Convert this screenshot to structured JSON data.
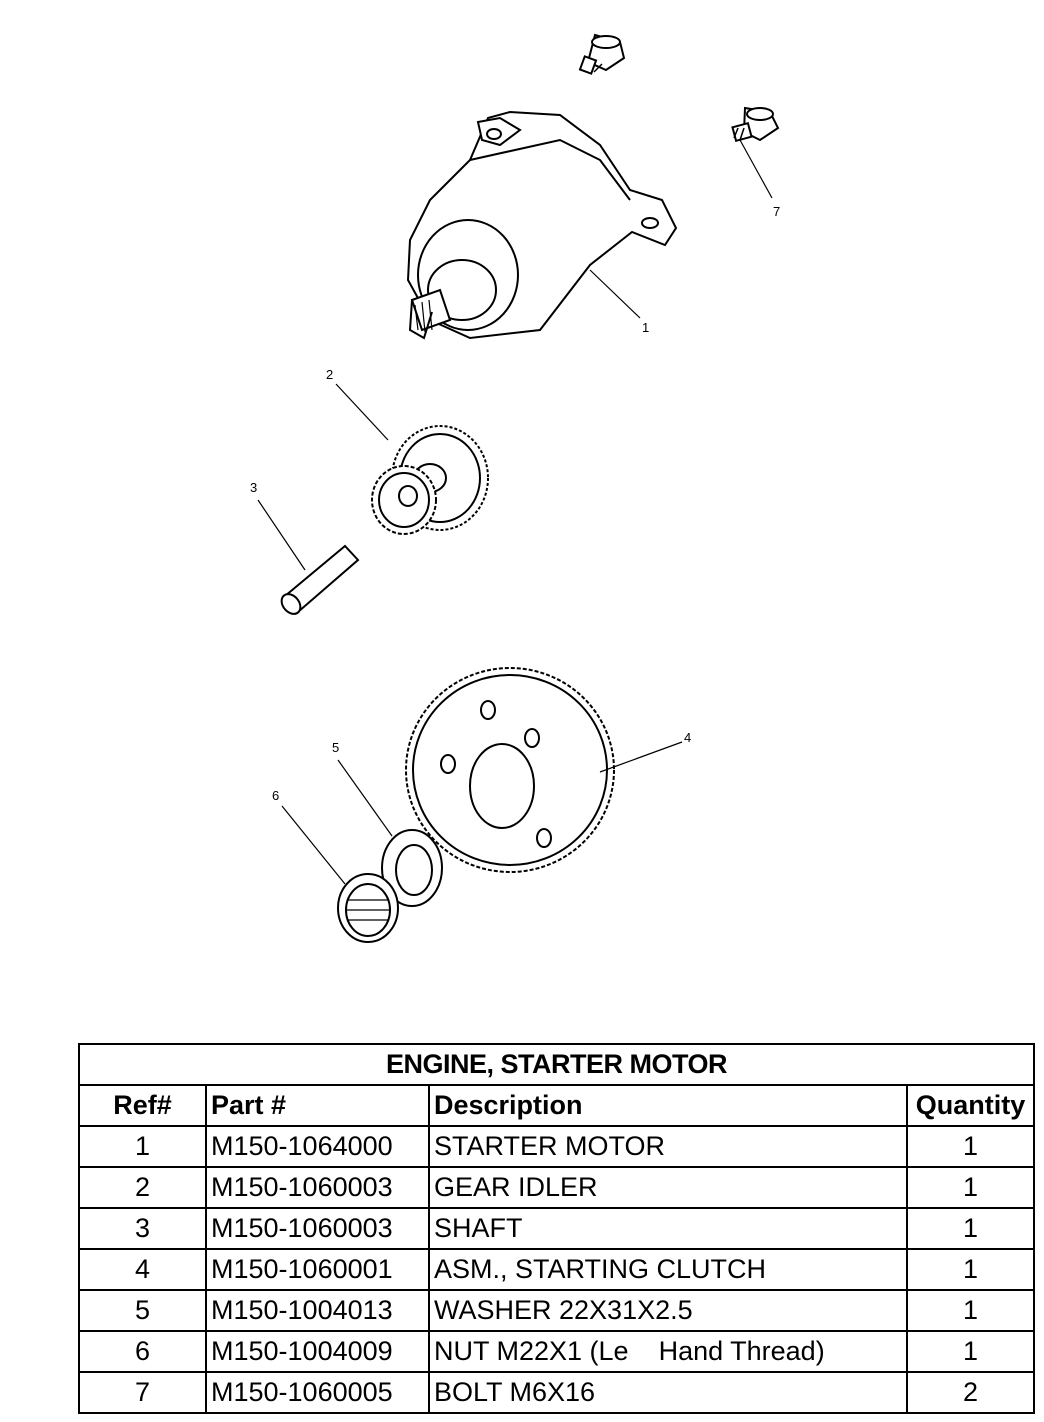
{
  "callouts": [
    "1",
    "2",
    "3",
    "4",
    "5",
    "6",
    "7"
  ],
  "table": {
    "title": "ENGINE, STARTER MOTOR",
    "headers": {
      "ref": "Ref#",
      "part": "Part #",
      "description": "Description",
      "quantity": "Quantity"
    },
    "rows": [
      {
        "ref": "1",
        "part": "M150-1064000",
        "description": "STARTER MOTOR",
        "quantity": "1"
      },
      {
        "ref": "2",
        "part": "M150-1060003",
        "description": "GEAR IDLER",
        "quantity": "1"
      },
      {
        "ref": "3",
        "part": "M150-1060003",
        "description": "SHAFT",
        "quantity": "1"
      },
      {
        "ref": "4",
        "part": "M150-1060001",
        "description": "ASM., STARTING CLUTCH",
        "quantity": "1"
      },
      {
        "ref": "5",
        "part": "M150-1004013",
        "description": "WASHER 22X31X2.5",
        "quantity": "1"
      },
      {
        "ref": "6",
        "part": "M150-1004009",
        "description": "NUT M22X1 (Le    Hand Thread)",
        "quantity": "1"
      },
      {
        "ref": "7",
        "part": "M150-1060005",
        "description": "BOLT M6X16",
        "quantity": "2"
      }
    ]
  }
}
